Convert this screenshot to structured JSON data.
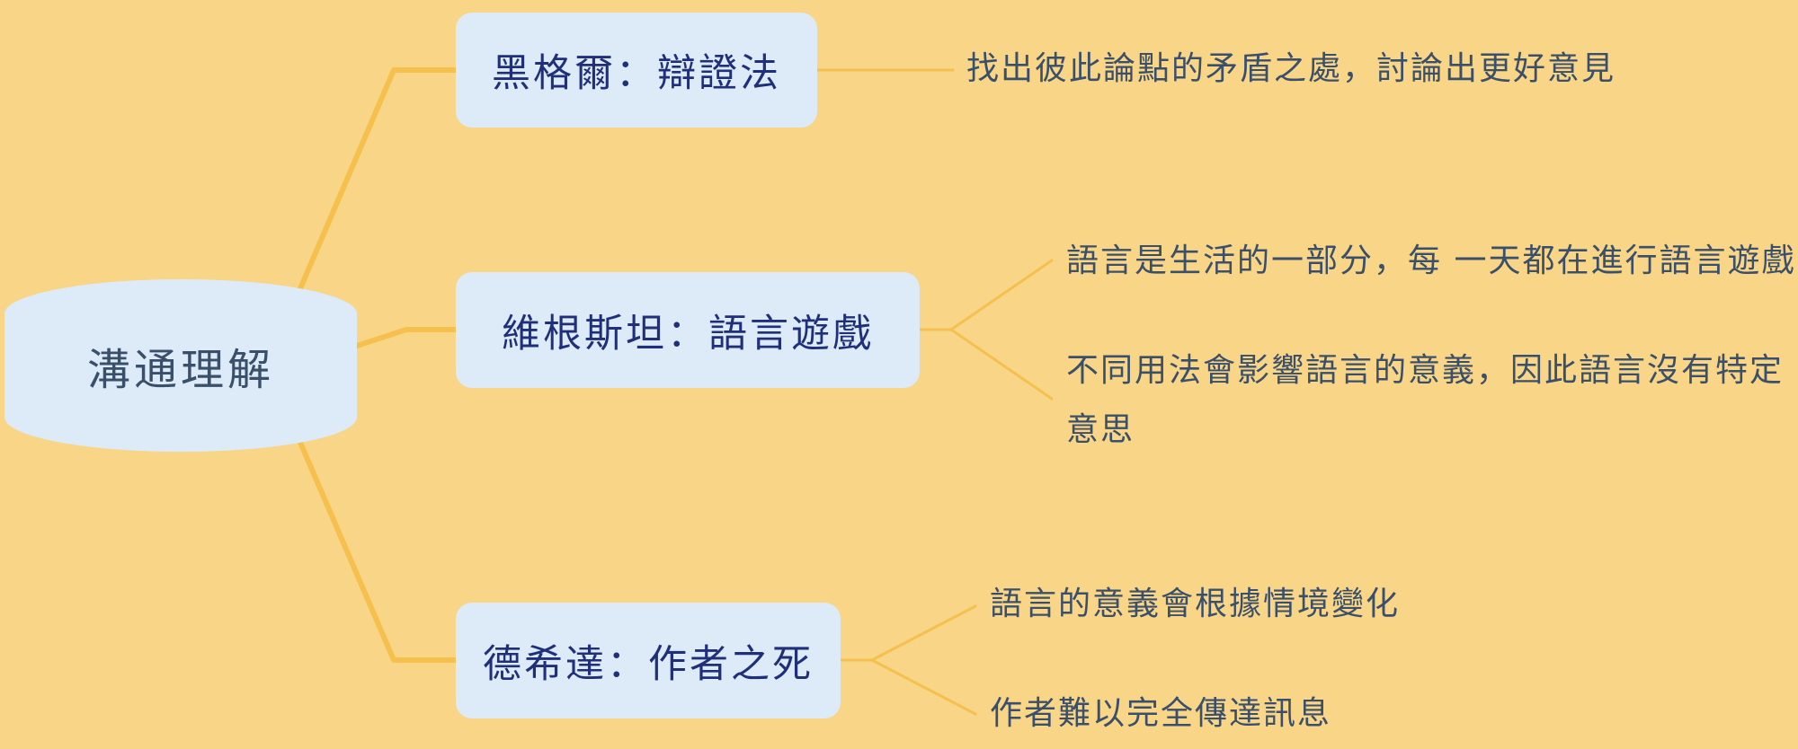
{
  "root": {
    "label": "溝通理解"
  },
  "branches": [
    {
      "label": "黑格爾：辯證法",
      "children": [
        "找出彼此論點的矛盾之處，討論出更好意見"
      ]
    },
    {
      "label": "維根斯坦：語言遊戲",
      "children": [
        "語言是生活的一部分，每 一天都在進行語言遊戲",
        "不同用法會影響語言的意義，因此語言沒有特定意思"
      ]
    },
    {
      "label": "德希達：作者之死",
      "children": [
        "語言的意義會根據情境變化",
        "作者難以完全傳達訊息"
      ]
    }
  ],
  "colors": {
    "background": "#F8D587",
    "node": "#DCEBF7",
    "connector": "#F6C04E",
    "topic_text": "#1F2F7A",
    "leaf_text": "#3A4F6A"
  }
}
